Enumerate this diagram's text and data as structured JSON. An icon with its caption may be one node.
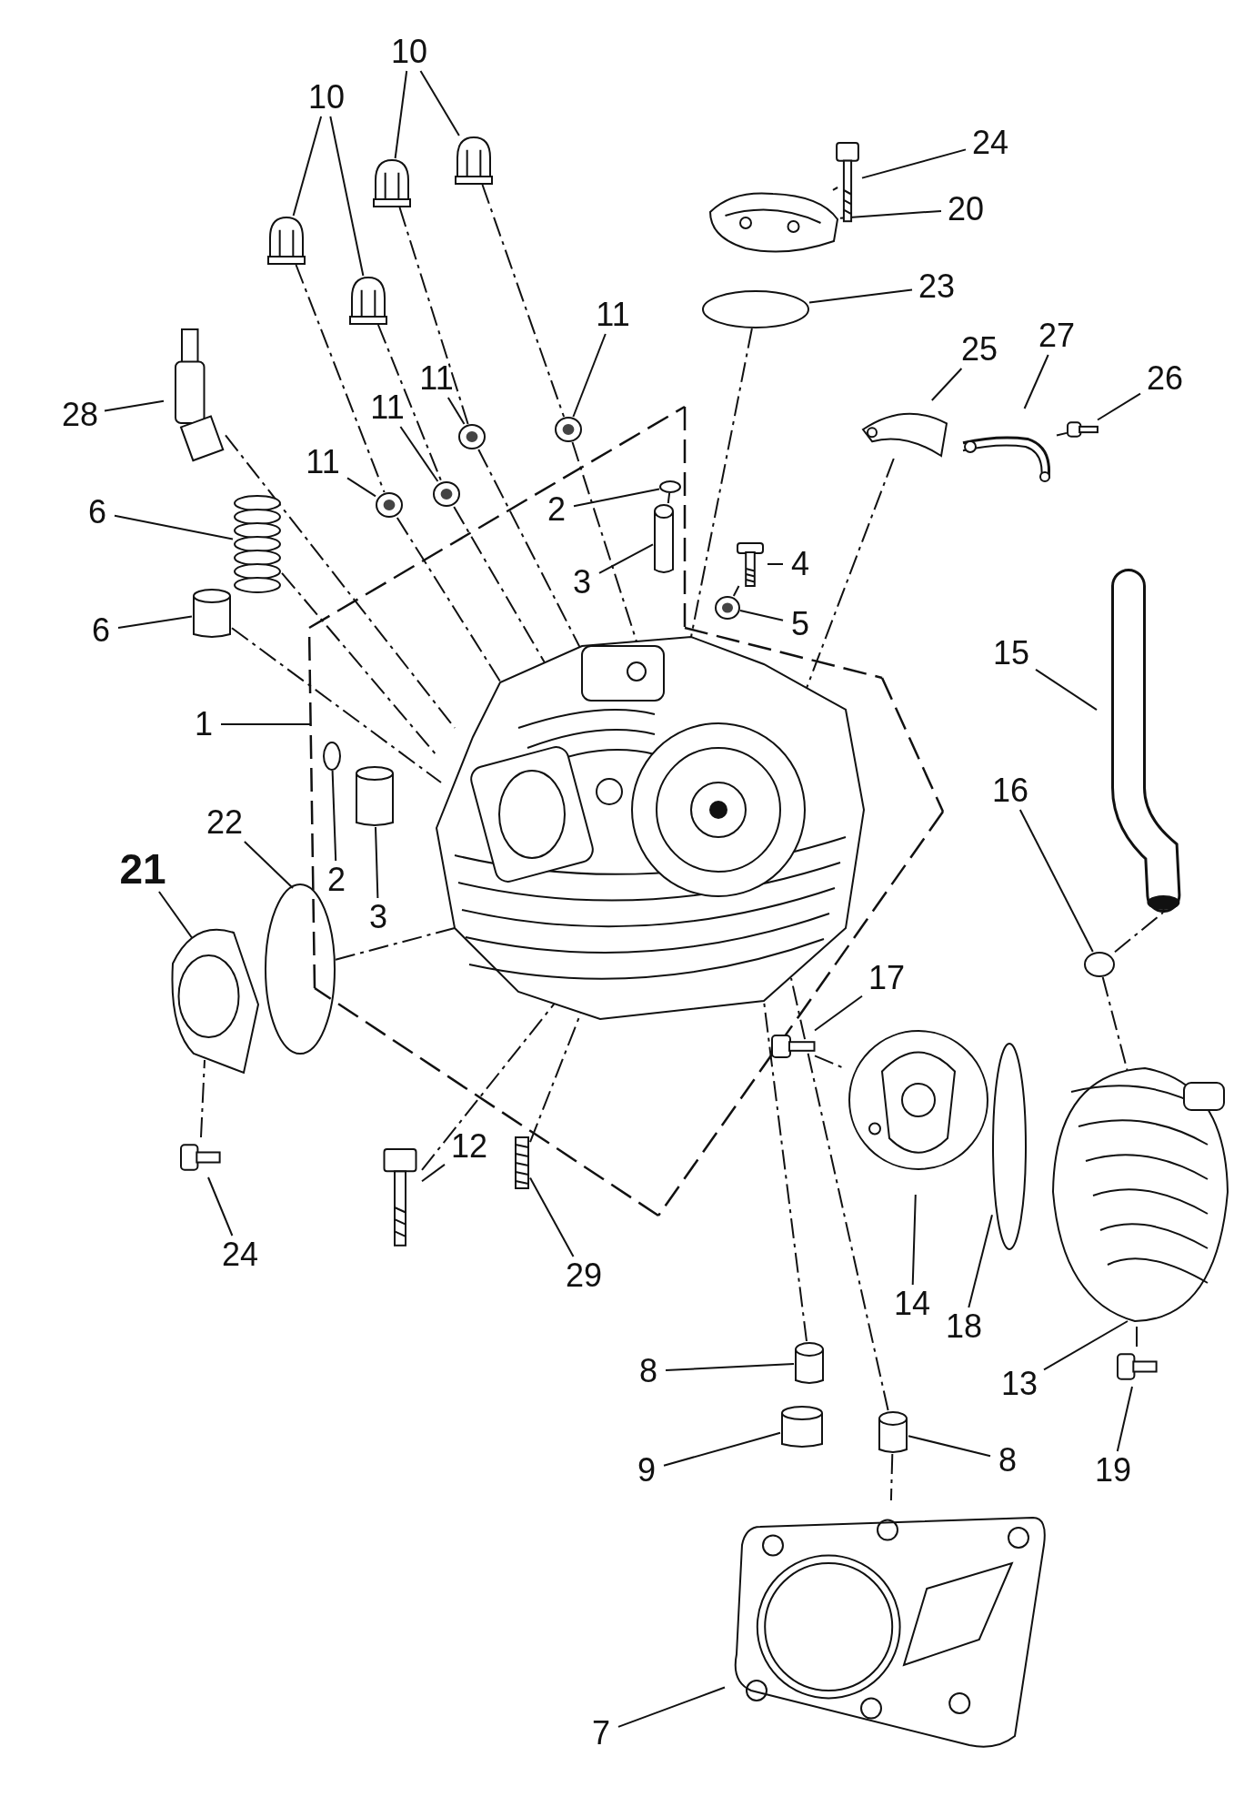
{
  "diagram": {
    "nodes": [
      {
        "text": [
          "10"
        ]
      },
      {
        "text": [
          "10"
        ]
      },
      {
        "text": [
          "24"
        ]
      },
      {
        "text": [
          "20"
        ]
      },
      {
        "text": [
          "23"
        ]
      },
      {
        "text": [
          "11"
        ]
      },
      {
        "text": [
          "27"
        ]
      },
      {
        "text": [
          "25"
        ]
      },
      {
        "text": [
          "26"
        ]
      },
      {
        "text": [
          "28"
        ]
      },
      {
        "text": [
          "11"
        ]
      },
      {
        "text": [
          "11"
        ]
      },
      {
        "text": [
          "11"
        ]
      },
      {
        "text": [
          "6"
        ]
      },
      {
        "text": [
          "2"
        ]
      },
      {
        "text": [
          "3"
        ]
      },
      {
        "text": [
          "4"
        ]
      },
      {
        "text": [
          "5"
        ]
      },
      {
        "text": [
          "6"
        ]
      },
      {
        "text": [
          "15"
        ]
      },
      {
        "text": [
          "1"
        ]
      },
      {
        "text": [
          "16"
        ]
      },
      {
        "text": [
          "22"
        ]
      },
      {
        "text": [
          "21"
        ]
      },
      {
        "text": [
          "2"
        ]
      },
      {
        "text": [
          "3"
        ]
      },
      {
        "text": [
          "17"
        ]
      },
      {
        "text": [
          "12"
        ]
      },
      {
        "text": [
          "24"
        ]
      },
      {
        "text": [
          "29"
        ]
      },
      {
        "text": [
          "14"
        ]
      },
      {
        "text": [
          "18"
        ]
      },
      {
        "text": [
          "13"
        ]
      },
      {
        "text": [
          "8"
        ]
      },
      {
        "text": [
          "8"
        ]
      },
      {
        "text": [
          "9"
        ]
      },
      {
        "text": [
          "19"
        ]
      },
      {
        "text": [
          "7"
        ]
      },
      {
        "text": [],
        "shape": "picture"
      },
      {
        "text": [],
        "shape": "picture"
      },
      {
        "text": [],
        "shape": "picture"
      },
      {
        "text": [],
        "shape": "picture"
      },
      {
        "text": [],
        "shape": "picture"
      },
      {
        "text": [],
        "shape": "picture"
      },
      {
        "text": [],
        "shape": "picture"
      },
      {
        "text": [],
        "shape": "picture"
      },
      {
        "text": [],
        "shape": "picture"
      },
      {
        "text": [],
        "shape": "picture"
      },
      {
        "text": [],
        "shape": "circle"
      },
      {
        "text": [],
        "shape": "picture"
      },
      {
        "text": [],
        "shape": "picture"
      },
      {
        "text": [],
        "shape": "picture"
      },
      {
        "text": [],
        "shape": "picture"
      },
      {
        "text": [],
        "shape": "picture"
      },
      {
        "text": [],
        "shape": "cylinder"
      },
      {
        "text": [],
        "shape": "circle"
      },
      {
        "text": [],
        "shape": "cylinder"
      },
      {
        "text": [],
        "shape": "picture"
      },
      {
        "text": [],
        "shape": "picture"
      },
      {
        "text": [],
        "shape": "picture"
      },
      {
        "text": [],
        "shape": "circle"
      },
      {
        "text": [],
        "shape": "picture"
      },
      {
        "text": [],
        "shape": "circle"
      },
      {
        "text": [],
        "shape": "cylinder"
      },
      {
        "text": [],
        "shape": "circle"
      },
      {
        "text": [],
        "shape": "picture"
      },
      {
        "text": [],
        "shape": "picture"
      },
      {
        "text": [],
        "shape": "picture"
      },
      {
        "text": [],
        "shape": "picture"
      },
      {
        "text": [],
        "shape": "circle"
      },
      {
        "text": [],
        "shape": "picture"
      },
      {
        "text": [],
        "shape": "picture"
      },
      {
        "text": [],
        "shape": "picture"
      },
      {
        "text": [],
        "shape": "cylinder"
      },
      {
        "text": [],
        "shape": "cylinder"
      },
      {
        "text": [],
        "shape": "cylinder"
      },
      {
        "text": [],
        "shape": "picture"
      },
      {
        "text": [],
        "shape": "picture"
      }
    ],
    "edges": [
      {
        "from": 0,
        "to": 38,
        "arrow": "none"
      },
      {
        "from": 0,
        "to": 39,
        "arrow": "none"
      },
      {
        "from": 1,
        "to": 40,
        "arrow": "none"
      },
      {
        "from": 1,
        "to": 41,
        "arrow": "none"
      },
      {
        "from": 2,
        "to": 46,
        "arrow": "none"
      },
      {
        "from": 3,
        "to": 47,
        "arrow": "none"
      },
      {
        "from": 4,
        "to": 48,
        "arrow": "none"
      },
      {
        "from": 5,
        "to": 45,
        "arrow": "none"
      },
      {
        "from": 6,
        "to": 50,
        "arrow": "none"
      },
      {
        "from": 7,
        "to": 49,
        "arrow": "none"
      },
      {
        "from": 8,
        "to": 51,
        "arrow": "none"
      },
      {
        "from": 9,
        "to": 52,
        "arrow": "none"
      },
      {
        "from": 10,
        "to": 44,
        "arrow": "none"
      },
      {
        "from": 11,
        "to": 43,
        "arrow": "none"
      },
      {
        "from": 12,
        "to": 42,
        "arrow": "none"
      },
      {
        "from": 13,
        "to": 53,
        "arrow": "none"
      },
      {
        "from": 14,
        "to": 55,
        "arrow": "none"
      },
      {
        "from": 15,
        "to": 56,
        "arrow": "none"
      },
      {
        "from": 16,
        "to": 57,
        "arrow": "none"
      },
      {
        "from": 17,
        "to": 58,
        "arrow": "none"
      },
      {
        "from": 18,
        "to": 54,
        "arrow": "none"
      },
      {
        "from": 19,
        "to": 59,
        "arrow": "none"
      },
      {
        "from": 20,
        "to": null,
        "arrow": "none"
      },
      {
        "from": 21,
        "to": 60,
        "arrow": "none"
      },
      {
        "from": 22,
        "to": 64,
        "arrow": "none"
      },
      {
        "from": 23,
        "to": 65,
        "arrow": "none"
      },
      {
        "from": 24,
        "to": 62,
        "arrow": "none"
      },
      {
        "from": 25,
        "to": 63,
        "arrow": "none"
      },
      {
        "from": 26,
        "to": 67,
        "arrow": "none"
      },
      {
        "from": 27,
        "to": 71,
        "arrow": "none"
      },
      {
        "from": 28,
        "to": 66,
        "arrow": "none"
      },
      {
        "from": 29,
        "to": 72,
        "arrow": "none"
      },
      {
        "from": 30,
        "to": 68,
        "arrow": "none"
      },
      {
        "from": 31,
        "to": 69,
        "arrow": "none"
      },
      {
        "from": 32,
        "to": 70,
        "arrow": "none"
      },
      {
        "from": 33,
        "to": 73,
        "arrow": "none"
      },
      {
        "from": 34,
        "to": 75,
        "arrow": "none"
      },
      {
        "from": 35,
        "to": 74,
        "arrow": "none"
      },
      {
        "from": 36,
        "to": 76,
        "arrow": "none"
      },
      {
        "from": 37,
        "to": 77,
        "arrow": "none"
      },
      {
        "from": 38,
        "to": 42,
        "arrow": "none",
        "style": "dashed"
      },
      {
        "from": 39,
        "to": 43,
        "arrow": "none",
        "style": "dashed"
      },
      {
        "from": 40,
        "to": 44,
        "arrow": "none",
        "style": "dashed"
      },
      {
        "from": 41,
        "to": 45,
        "arrow": "none",
        "style": "dashed"
      },
      {
        "from": 42,
        "to": 61,
        "arrow": "none",
        "style": "dashed"
      },
      {
        "from": 43,
        "to": 61,
        "arrow": "none",
        "style": "dashed"
      },
      {
        "from": 44,
        "to": 61,
        "arrow": "none",
        "style": "dashed"
      },
      {
        "from": 45,
        "to": 61,
        "arrow": "none",
        "style": "dashed"
      },
      {
        "from": 46,
        "to": 47,
        "arrow": "none",
        "style": "dashed"
      },
      {
        "from": 48,
        "to": 61,
        "arrow": "none",
        "style": "dashed"
      },
      {
        "from": 52,
        "to": 61,
        "arrow": "none",
        "style": "dashed"
      },
      {
        "from": 53,
        "to": 61,
        "arrow": "none",
        "style": "dashed"
      },
      {
        "from": 54,
        "to": 61,
        "arrow": "none",
        "style": "dashed"
      },
      {
        "from": 57,
        "to": 58,
        "arrow": "none",
        "style": "dashed"
      },
      {
        "from": 55,
        "to": 56,
        "arrow": "none",
        "style": "dashed"
      },
      {
        "from": 60,
        "to": 59,
        "arrow": "none",
        "style": "dashed"
      },
      {
        "from": 60,
        "to": 70,
        "arrow": "none",
        "style": "dashed"
      },
      {
        "from": 67,
        "to": 68,
        "arrow": "none",
        "style": "dashed"
      },
      {
        "from": 73,
        "to": 61,
        "arrow": "none",
        "style": "dashed"
      },
      {
        "from": 75,
        "to": 61,
        "arrow": "none",
        "style": "dashed"
      },
      {
        "from": 76,
        "to": 70,
        "arrow": "none",
        "style": "dashed"
      },
      {
        "from": 71,
        "to": 61,
        "arrow": "none",
        "style": "dashed"
      },
      {
        "from": 72,
        "to": 61,
        "arrow": "none",
        "style": "dashed"
      },
      {
        "from": 51,
        "to": 50,
        "arrow": "none",
        "style": "dashed"
      },
      {
        "from": 49,
        "to": 61,
        "arrow": "none",
        "style": "dashed"
      },
      {
        "from": 66,
        "to": 65,
        "arrow": "none",
        "style": "dashed"
      },
      {
        "from": 64,
        "to": 61,
        "arrow": "none",
        "style": "dashed"
      },
      {
        "from": 75,
        "to": 77,
        "arrow": "none",
        "style": "dashed"
      }
    ]
  }
}
